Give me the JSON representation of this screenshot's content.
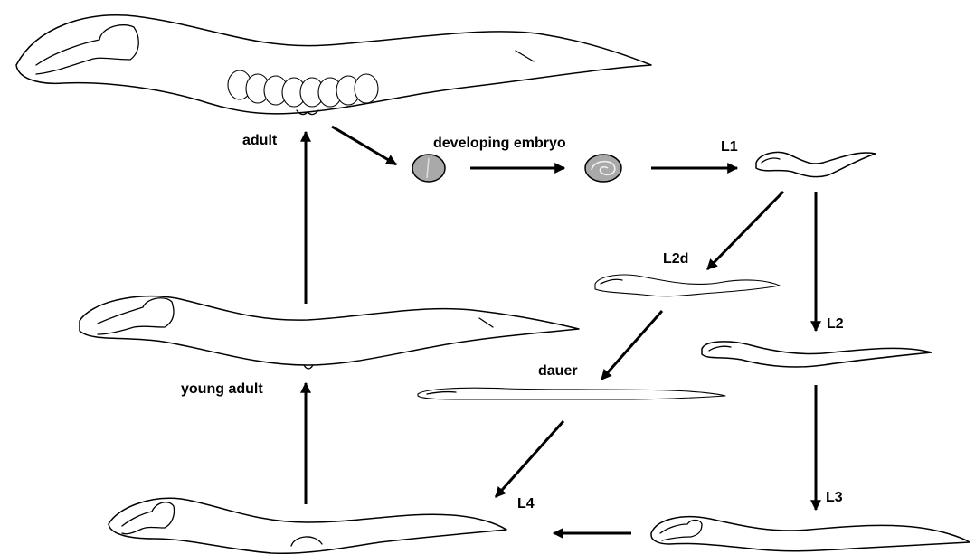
{
  "labels": {
    "adult": "adult",
    "embryo": "developing embryo",
    "l1": "L1",
    "l2d": "L2d",
    "l2": "L2",
    "dauer": "dauer",
    "l3": "L3",
    "l4": "L4",
    "young_adult": "young adult"
  }
}
